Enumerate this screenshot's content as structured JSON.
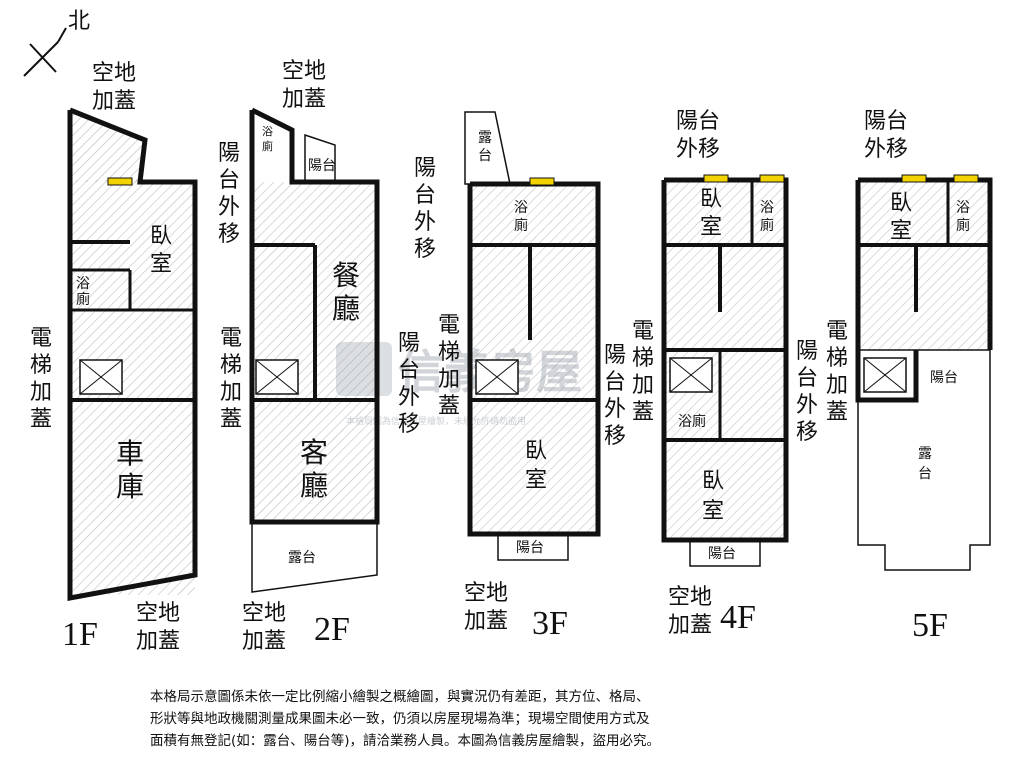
{
  "compass": {
    "label": "北"
  },
  "watermark": {
    "brand": "信義房屋",
    "note": "本格局圖為信義房屋繪製，未經允許請勿盜用"
  },
  "floors": {
    "f1": {
      "label": "1F",
      "addition_top_1": "空地",
      "addition_top_2": "加蓋",
      "bedroom_1": "臥",
      "bedroom_2": "室",
      "bath_1": "浴",
      "bath_2": "廁",
      "elevator": [
        "電",
        "梯",
        "加",
        "蓋"
      ],
      "garage_1": "車",
      "garage_2": "庫",
      "addition_bottom_1": "空地",
      "addition_bottom_2": "加蓋"
    },
    "f2": {
      "label": "2F",
      "addition_top_1": "空地",
      "addition_top_2": "加蓋",
      "bath_1": "浴",
      "bath_2": "廁",
      "balcony_small": "陽台",
      "balcony_move": [
        "陽",
        "台",
        "外",
        "移"
      ],
      "dining_1": "餐",
      "dining_2": "廳",
      "elevator": [
        "電",
        "梯",
        "加",
        "蓋"
      ],
      "balcony_move_right": [
        "陽",
        "台",
        "外",
        "移"
      ],
      "living_1": "客",
      "living_2": "廳",
      "terrace": "露台",
      "addition_bottom_1": "空地",
      "addition_bottom_2": "加蓋"
    },
    "f3": {
      "label": "3F",
      "terrace_1": "露",
      "terrace_2": "台",
      "balcony_move": [
        "陽",
        "台",
        "外",
        "移"
      ],
      "bath_1": "浴",
      "bath_2": "廁",
      "elevator": [
        "電",
        "梯",
        "加",
        "蓋"
      ],
      "balcony_move_right": [
        "陽",
        "台",
        "外",
        "移"
      ],
      "bedroom_1": "臥",
      "bedroom_2": "室",
      "balcony": "陽台",
      "addition_bottom_1": "空地",
      "addition_bottom_2": "加蓋"
    },
    "f4": {
      "label": "4F",
      "balcony_move_1": "陽台",
      "balcony_move_2": "外移",
      "bedroom_top_1": "臥",
      "bedroom_top_2": "室",
      "bath_top_1": "浴",
      "bath_top_2": "廁",
      "elevator": [
        "電",
        "梯",
        "加",
        "蓋"
      ],
      "bath_mid": "浴廁",
      "balcony_move_right": [
        "陽",
        "台",
        "外",
        "移"
      ],
      "bedroom_1": "臥",
      "bedroom_2": "室",
      "balcony": "陽台",
      "addition_bottom_1": "空地",
      "addition_bottom_2": "加蓋"
    },
    "f5": {
      "label": "5F",
      "balcony_move_1": "陽台",
      "balcony_move_2": "外移",
      "bedroom_1": "臥",
      "bedroom_2": "室",
      "bath_1": "浴",
      "bath_2": "廁",
      "elevator": [
        "電",
        "梯",
        "加",
        "蓋"
      ],
      "balcony": "陽台",
      "terrace_1": "露",
      "terrace_2": "台"
    }
  },
  "disclaimer": [
    "本格局示意圖係未依一定比例縮小繪製之概繪圖，與實況仍有差距，其方位、格局、",
    "形狀等與地政機關測量成果圖未必一致，仍須以房屋現場為準；現場空間使用方式及",
    "面積有無登記(如：露台、陽台等)，請洽業務人員。本圖為信義房屋繪製，盜用必究。"
  ]
}
